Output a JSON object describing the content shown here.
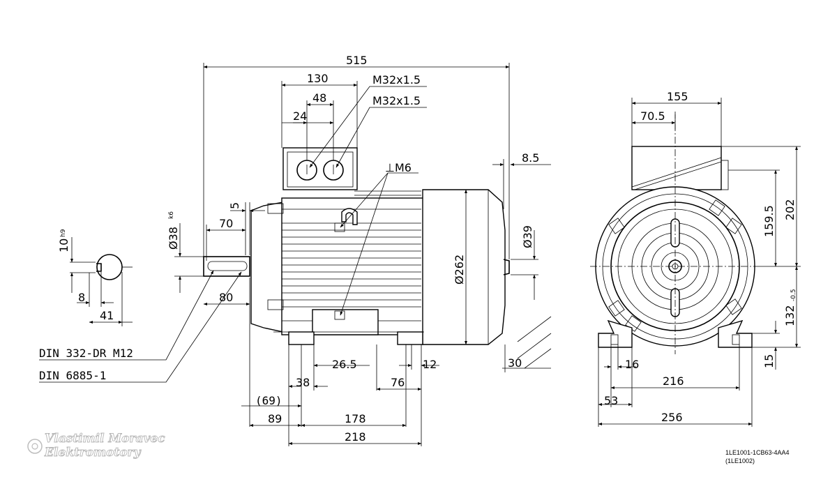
{
  "dimensions": {
    "overall_length": "515",
    "terminal_box_length": "130",
    "gland_spacing": "48",
    "gland_offset": "24",
    "gland_thread_1": "M32x1.5",
    "gland_thread_2": "M32x1.5",
    "earth_thread": "M6",
    "fan_cover_offset": "8.5",
    "shaft_collar": "5",
    "shaft_key_length": "70",
    "shaft_diameter": "Ø38",
    "shaft_tolerance": "k6",
    "shaft_length": "80",
    "shaft_end_diameter": "Ø39",
    "housing_diameter": "Ø262",
    "foot_width_inner": "26.5",
    "foot_slot": "12",
    "foot_thickness": "30",
    "foot_hole_pitch": "38",
    "foot_depth": "76",
    "shaft_to_foot_ref": "(69)",
    "shaft_to_foot": "89",
    "foot_hole_spacing": "178",
    "foot_length": "218",
    "key_width": "10",
    "key_tolerance": "h9",
    "key_depth": "8",
    "key_height": "41",
    "end_box_width": "155",
    "end_box_offset": "70.5",
    "box_height_axis": "159.5",
    "overall_height": "202",
    "centre_height": "132",
    "centre_height_tolerance": "-0.5",
    "foot_height": "15",
    "foot_slot_end": "16",
    "foot_holes_span": "216",
    "foot_edge_end": "53",
    "overall_width": "256"
  },
  "notes": {
    "thread_standard": "DIN 332-DR M12",
    "key_standard": "DIN 6885-1"
  },
  "title_block": {
    "model": "1LE1001-1CB63-4AA4",
    "series": "(1LE1002)"
  },
  "watermark": {
    "line1": "Vlastimil Moravec",
    "line2": "Elektromotory"
  }
}
